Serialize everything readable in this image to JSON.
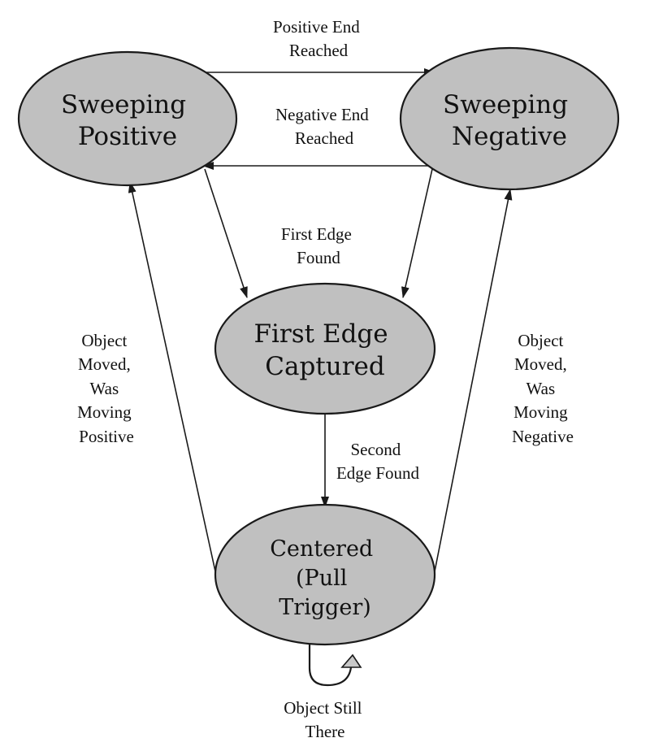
{
  "diagram": {
    "states": {
      "sweeping_positive": {
        "lines": [
          "Sweeping",
          "Positive"
        ]
      },
      "sweeping_negative": {
        "lines": [
          "Sweeping",
          "Negative"
        ]
      },
      "first_edge_captured": {
        "lines": [
          "First Edge",
          "Captured"
        ]
      },
      "centered": {
        "lines": [
          "Centered",
          "(Pull",
          "Trigger)"
        ]
      }
    },
    "transitions": {
      "positive_end_reached": {
        "lines": [
          "Positive End",
          "Reached"
        ]
      },
      "negative_end_reached": {
        "lines": [
          "Negative End",
          "Reached"
        ]
      },
      "first_edge_found": {
        "lines": [
          "First Edge",
          "Found"
        ]
      },
      "second_edge_found": {
        "lines": [
          "Second",
          "Edge Found"
        ]
      },
      "object_moved_positive": {
        "lines": [
          "Object",
          "Moved,",
          "Was",
          "Moving",
          "Positive"
        ]
      },
      "object_moved_negative": {
        "lines": [
          "Object",
          "Moved,",
          "Was",
          "Moving",
          "Negative"
        ]
      },
      "object_still_there": {
        "lines": [
          "Object Still",
          "There"
        ]
      }
    },
    "colors": {
      "state_fill": "#c0c0c0",
      "stroke": "#1a1a1a"
    }
  }
}
